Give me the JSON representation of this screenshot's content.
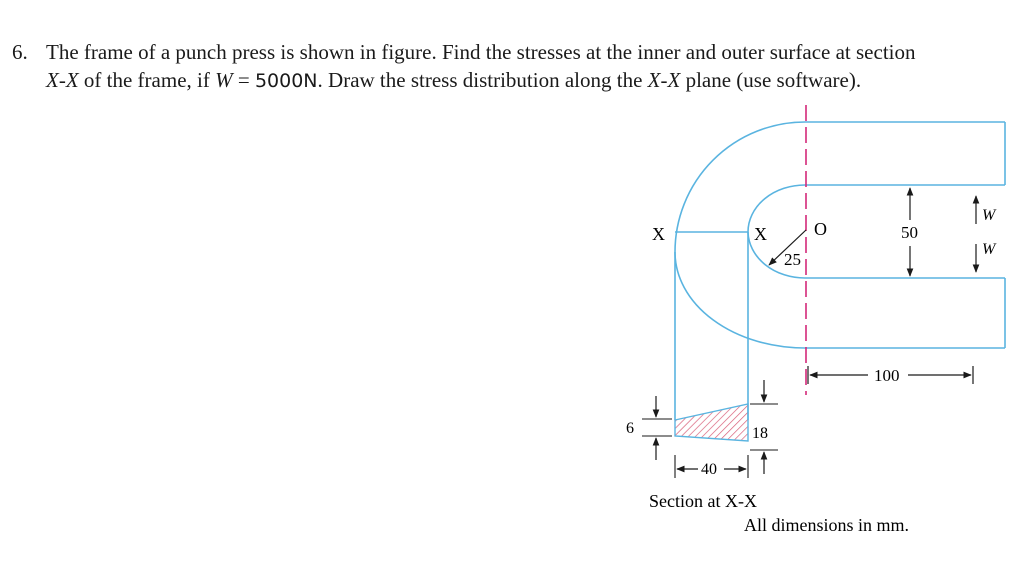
{
  "question": {
    "number": "6.",
    "line1_a": "The frame of a punch press is shown in figure. Find the stresses at the inner and outer surface at section",
    "line2_sym1": "X",
    "line2_dash": "-",
    "line2_sym2": "X",
    "line2_a": " of the frame, if ",
    "line2_W": "W",
    "line2_eq": " = ",
    "line2_val": "5000N",
    "line2_b": ". Draw the stress distribution along the ",
    "line2_c": " plane (use software)."
  },
  "figure": {
    "label_x_outer": "X",
    "label_x_inner": "X",
    "label_o": "O",
    "label_25": "25",
    "label_50": "50",
    "label_w_top": "W",
    "label_w_bottom": "W",
    "label_100": "100",
    "label_6": "6",
    "label_18": "18",
    "label_40": "40",
    "section_caption": "Section at X-X",
    "dims_note": "All dimensions in mm.",
    "colors": {
      "frame_stroke": "#5ab4e0",
      "centerline": "#d4297a",
      "hatch": "#d9607a",
      "dim_stroke": "#1a1a1a"
    }
  }
}
